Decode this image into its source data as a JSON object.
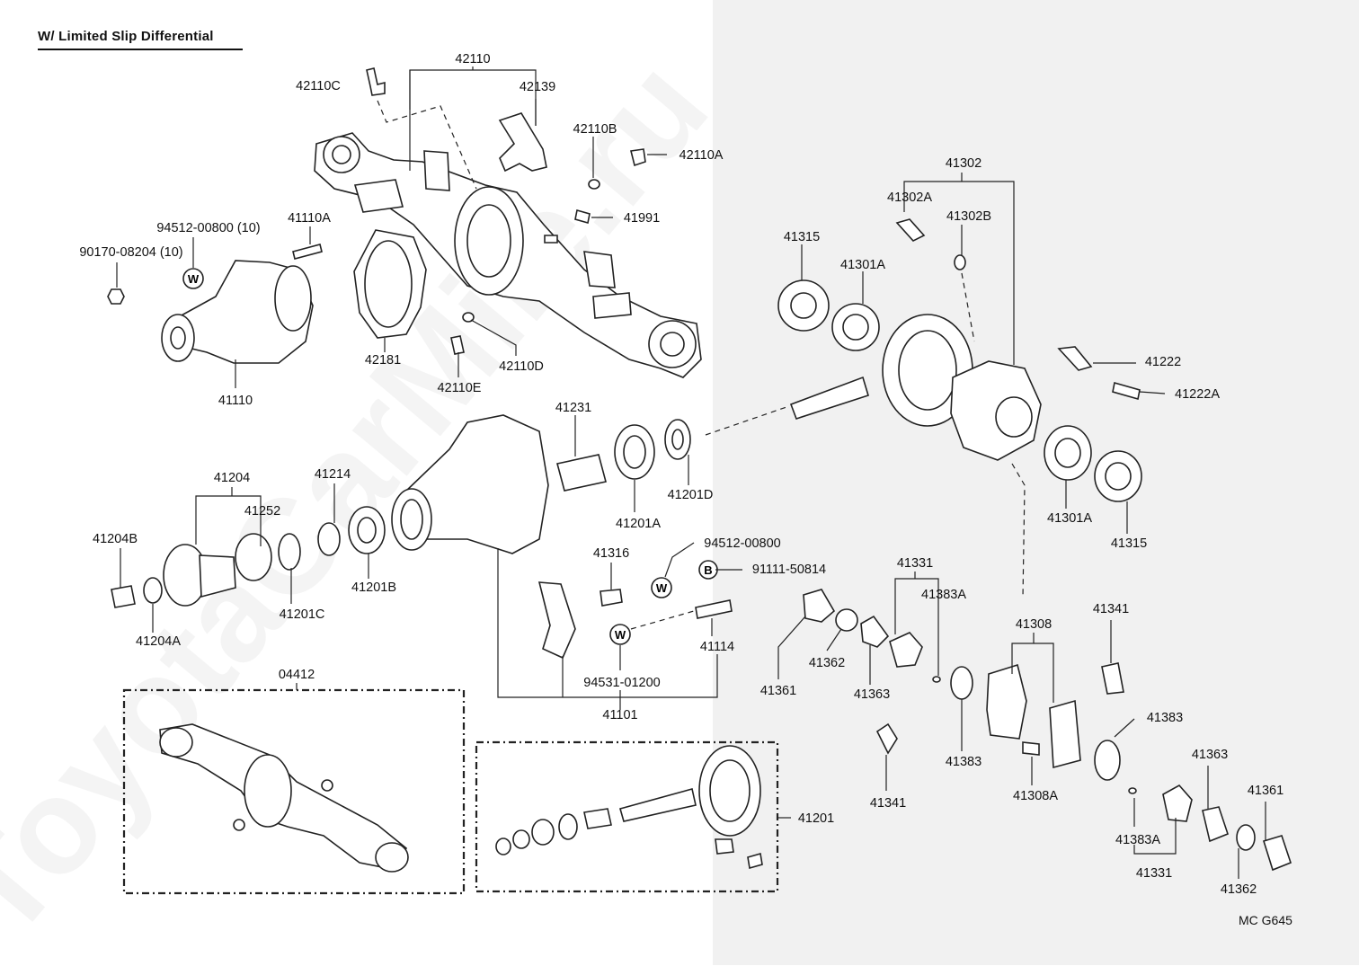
{
  "diagram": {
    "title": "W/ Limited Slip Differential",
    "drawing_code": "MC G645",
    "watermark": "ToyotaCarMile.ru",
    "labels": {
      "l42110": "42110",
      "l42110C": "42110C",
      "l42139": "42139",
      "l42110B": "42110B",
      "l42110A": "42110A",
      "l41991": "41991",
      "l94512_00800_10": "94512-00800 (10)",
      "l90170_08204_10": "90170-08204 (10)",
      "l41110A": "41110A",
      "l41110": "41110",
      "l42181": "42181",
      "l42110D": "42110D",
      "l42110E": "42110E",
      "l41231": "41231",
      "l41201D": "41201D",
      "l41201A": "41201A",
      "l41204": "41204",
      "l41252": "41252",
      "l41214": "41214",
      "l41204B": "41204B",
      "l41204A": "41204A",
      "l41201C": "41201C",
      "l41201B": "41201B",
      "l41316": "41316",
      "l94512_00800": "94512-00800",
      "l91111_50814": "91111-50814",
      "l41114": "41114",
      "l94531_01200": "94531-01200",
      "l41101": "41101",
      "l04412": "04412",
      "l41201": "41201",
      "l41302": "41302",
      "l41302A": "41302A",
      "l41302B": "41302B",
      "l41315_top": "41315",
      "l41301A_top": "41301A",
      "l41222": "41222",
      "l41222A": "41222A",
      "l41301A_bot": "41301A",
      "l41315_bot": "41315",
      "l41331_top": "41331",
      "l41383A_top": "41383A",
      "l41361_left": "41361",
      "l41362_left": "41362",
      "l41363_left": "41363",
      "l41308": "41308",
      "l41341_right": "41341",
      "l41383_right": "41383",
      "l41383_left": "41383",
      "l41341_left": "41341",
      "l41308A": "41308A",
      "l41363_right": "41363",
      "l41361_right": "41361",
      "l41383A_bot": "41383A",
      "l41331_bot": "41331",
      "l41362_right": "41362"
    },
    "symbols": {
      "washer_mark": "W",
      "bolt_mark": "B"
    }
  }
}
